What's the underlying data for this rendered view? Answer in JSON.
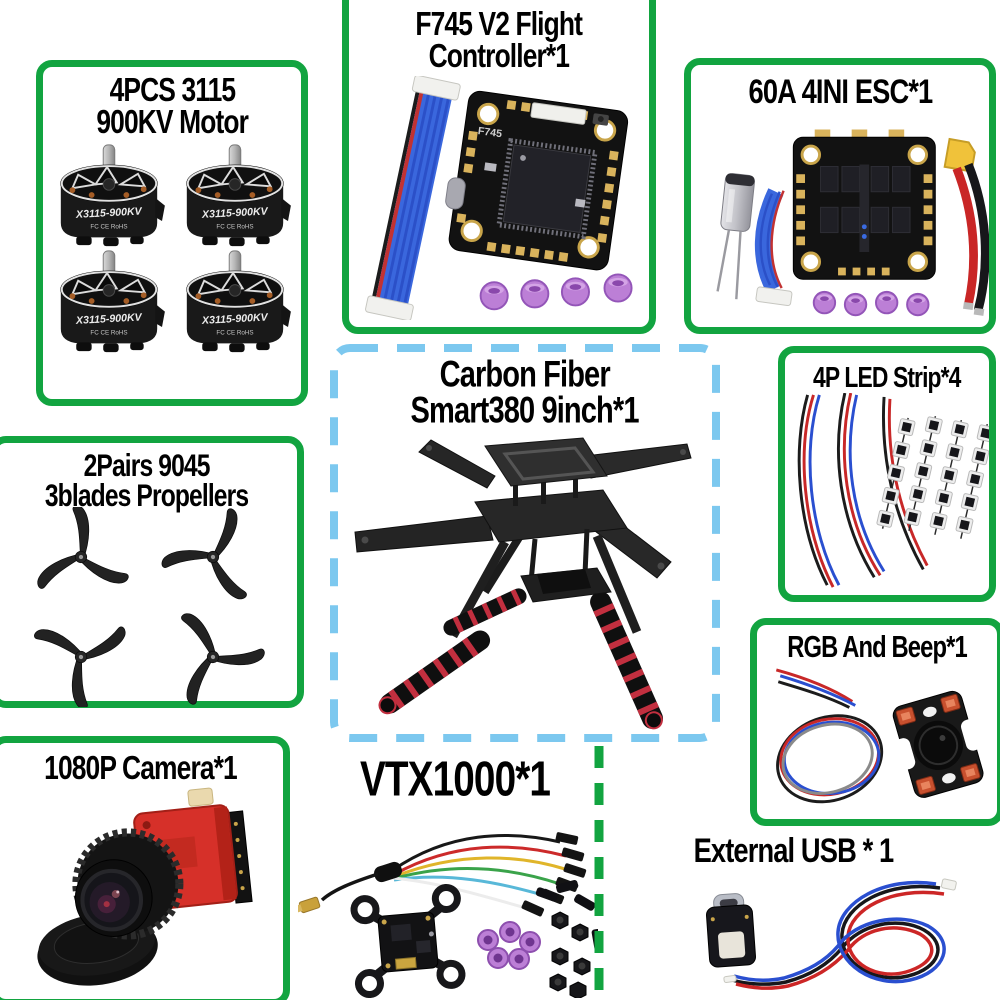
{
  "colors": {
    "box_border_green": "#12a440",
    "dashed_border_blue": "#7cc8ef",
    "title_black": "#000000",
    "grommet_purple": "#bc7fd6",
    "ribbon_blue": "#3a67dd",
    "xt60_yellow": "#f0c23a",
    "camera_red": "#d63029",
    "wire_red": "#c82828",
    "wire_blue": "#2a4fd0"
  },
  "sections": {
    "motors": {
      "title_line1": "4PCS 3115",
      "title_line2": "900KV Motor",
      "motor_label": "X3115-900KV",
      "motor_cert": "FC CE RoHS"
    },
    "flight_controller": {
      "title_line1": "F745 V2 Flight",
      "title_line2": "Controller*1",
      "board_label": "F745"
    },
    "esc": {
      "title": "60A 4INI ESC*1"
    },
    "propellers": {
      "title_line1": "2Pairs 9045",
      "title_line2": "3blades Propellers"
    },
    "frame": {
      "title_line1": "Carbon Fiber",
      "title_line2": "Smart380 9inch*1"
    },
    "led_strip": {
      "title": "4P LED Strip*4"
    },
    "rgb_beep": {
      "title": "RGB And Beep*1"
    },
    "camera": {
      "title": "1080P Camera*1"
    },
    "vtx": {
      "title": "VTX1000*1"
    },
    "external_usb": {
      "title": "External USB * 1"
    }
  }
}
